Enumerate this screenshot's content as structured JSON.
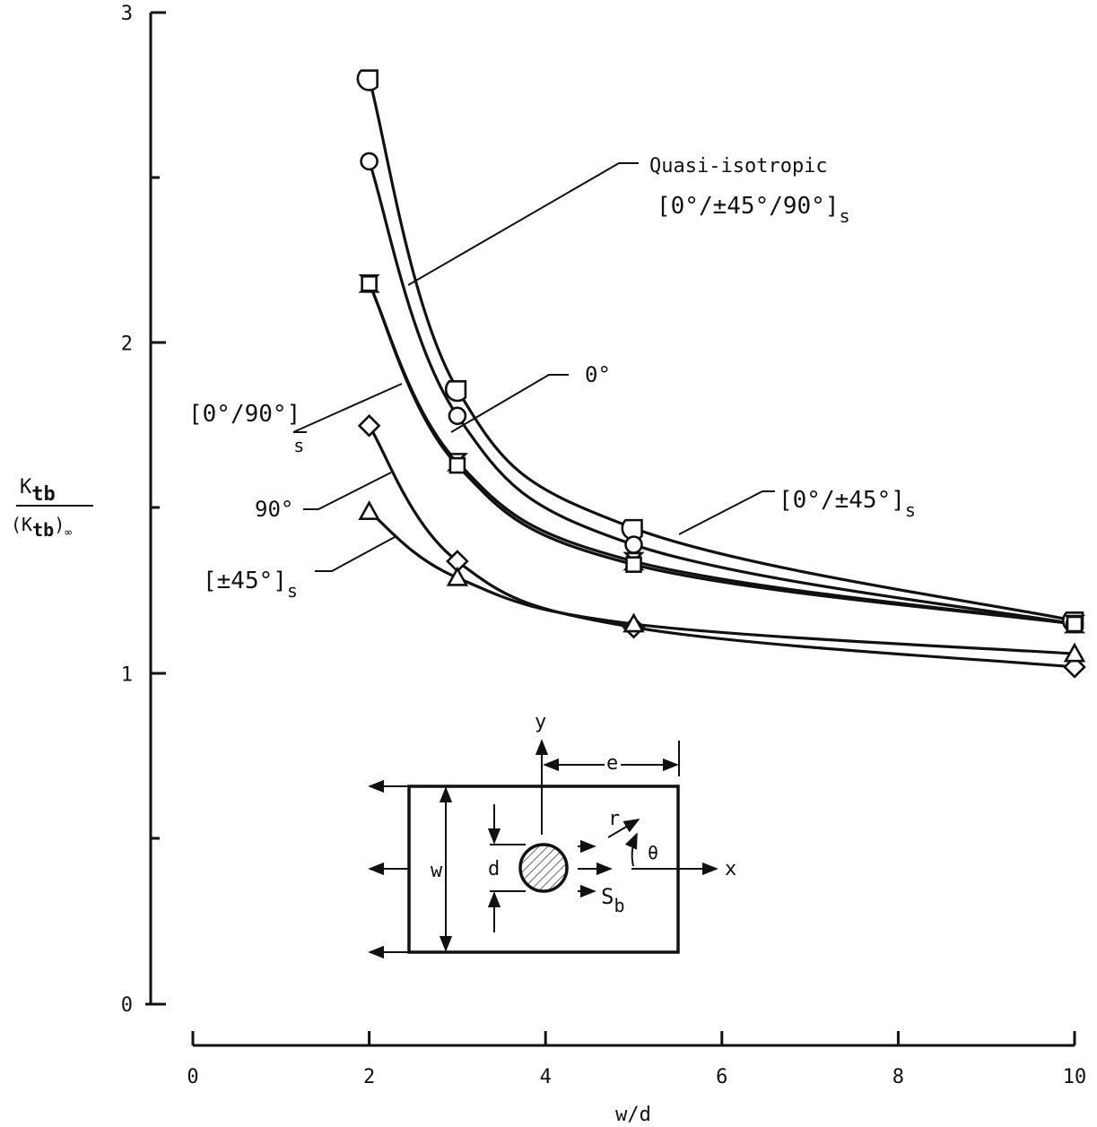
{
  "chart_data": {
    "type": "line",
    "title": "",
    "xlabel": "w/d",
    "ylabel": {
      "numerator": "K",
      "numerator_sub": "tb",
      "denominator": "(K",
      "denominator_sub": "tb",
      "denominator_tail": ")",
      "denominator_tail_sub": "∞"
    },
    "xlim": [
      0,
      10
    ],
    "ylim": [
      0,
      3
    ],
    "x_ticks": [
      0,
      2,
      4,
      6,
      8,
      10
    ],
    "y_ticks": [
      0,
      1,
      2,
      3
    ],
    "grid": false,
    "x": [
      2,
      3,
      5,
      10
    ],
    "series": [
      {
        "id": "quasi",
        "label": "Quasi-isotropic",
        "label_line2": "[0°/±45°/90°]s",
        "marker": "half-square",
        "values": [
          2.8,
          1.86,
          1.44,
          1.16
        ]
      },
      {
        "id": "0deg-45",
        "label": "[0°/±45°]s",
        "marker": "circle",
        "values": [
          2.55,
          1.78,
          1.39,
          1.15
        ]
      },
      {
        "id": "0deg",
        "label": "0°",
        "marker": "hourglass",
        "values": [
          2.18,
          1.64,
          1.34,
          1.15
        ]
      },
      {
        "id": "0-90",
        "label": "[0°/90°]s",
        "marker": "square",
        "values": [
          2.18,
          1.63,
          1.33,
          1.15
        ]
      },
      {
        "id": "90deg",
        "label": "90°",
        "marker": "diamond",
        "values": [
          1.75,
          1.34,
          1.14,
          1.02
        ]
      },
      {
        "id": "pm45",
        "label": "[±45°]s",
        "marker": "triangle",
        "values": [
          1.49,
          1.29,
          1.15,
          1.06
        ]
      }
    ],
    "annotations": {
      "quasi_line1": "Quasi-isotropic",
      "quasi_line2": "[0°/±45°/90°]",
      "quasi_sub": "s",
      "zero": "0°",
      "zero45": "[0°/±45°]",
      "zero45_sub": "s",
      "zero90": "[0°/90°]",
      "zero90_sub": "s",
      "ninety": "90°",
      "pm45": "[±45°]",
      "pm45_sub": "s"
    },
    "inset": {
      "y": "y",
      "x": "x",
      "e": "e",
      "r": "r",
      "theta": "θ",
      "w": "w",
      "d": "d",
      "S": "S",
      "S_sub": "b"
    }
  }
}
